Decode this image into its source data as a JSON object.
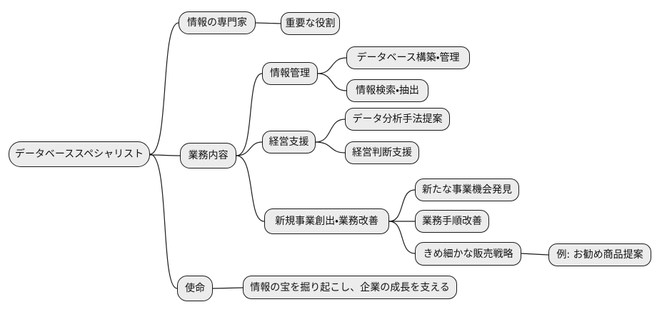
{
  "diagram": {
    "type": "mindmap",
    "orientation": "left-to-right",
    "background": "#ffffff",
    "colors": {
      "node_fill": "#ececec",
      "node_border": "#1a1a1a",
      "edge": "#1a1a1a",
      "text": "#111111"
    }
  },
  "nodes": {
    "root": {
      "label": "データベーススペシャリスト",
      "level": 0
    },
    "info_expert": {
      "label": "情報の専門家",
      "level": 1
    },
    "important_role": {
      "label": "重要な役割",
      "level": 2
    },
    "duties": {
      "label": "業務内容",
      "level": 1
    },
    "info_mgmt": {
      "label": "情報管理",
      "level": 2
    },
    "db_build": {
      "label": "データベース構築・管理",
      "level": 3
    },
    "info_search": {
      "label": "情報検索・抽出",
      "level": 3
    },
    "mgmt_support": {
      "label": "経営支援",
      "level": 2
    },
    "data_analysis": {
      "label": "データ分析手法提案",
      "level": 3
    },
    "decision_support": {
      "label": "経営判断支援",
      "level": 3
    },
    "new_business": {
      "label": "新規事業創出・業務改善",
      "level": 2
    },
    "opportunity": {
      "label": "新たな事業機会発見",
      "level": 3
    },
    "procedure": {
      "label": "業務手順改善",
      "level": 3
    },
    "sales_strategy": {
      "label": "きめ細かな販売戦略",
      "level": 3
    },
    "recommend": {
      "label": "例: お勧め商品提案",
      "level": 4
    },
    "mission": {
      "label": "使命",
      "level": 1
    },
    "mission_detail": {
      "label": "情報の宝を掘り起こし、企業の成長を支える",
      "level": 2
    }
  },
  "edges": [
    [
      "root",
      "info_expert"
    ],
    [
      "root",
      "duties"
    ],
    [
      "root",
      "mission"
    ],
    [
      "info_expert",
      "important_role"
    ],
    [
      "duties",
      "info_mgmt"
    ],
    [
      "duties",
      "mgmt_support"
    ],
    [
      "duties",
      "new_business"
    ],
    [
      "info_mgmt",
      "db_build"
    ],
    [
      "info_mgmt",
      "info_search"
    ],
    [
      "mgmt_support",
      "data_analysis"
    ],
    [
      "mgmt_support",
      "decision_support"
    ],
    [
      "new_business",
      "opportunity"
    ],
    [
      "new_business",
      "procedure"
    ],
    [
      "new_business",
      "sales_strategy"
    ],
    [
      "sales_strategy",
      "recommend"
    ],
    [
      "mission",
      "mission_detail"
    ]
  ]
}
